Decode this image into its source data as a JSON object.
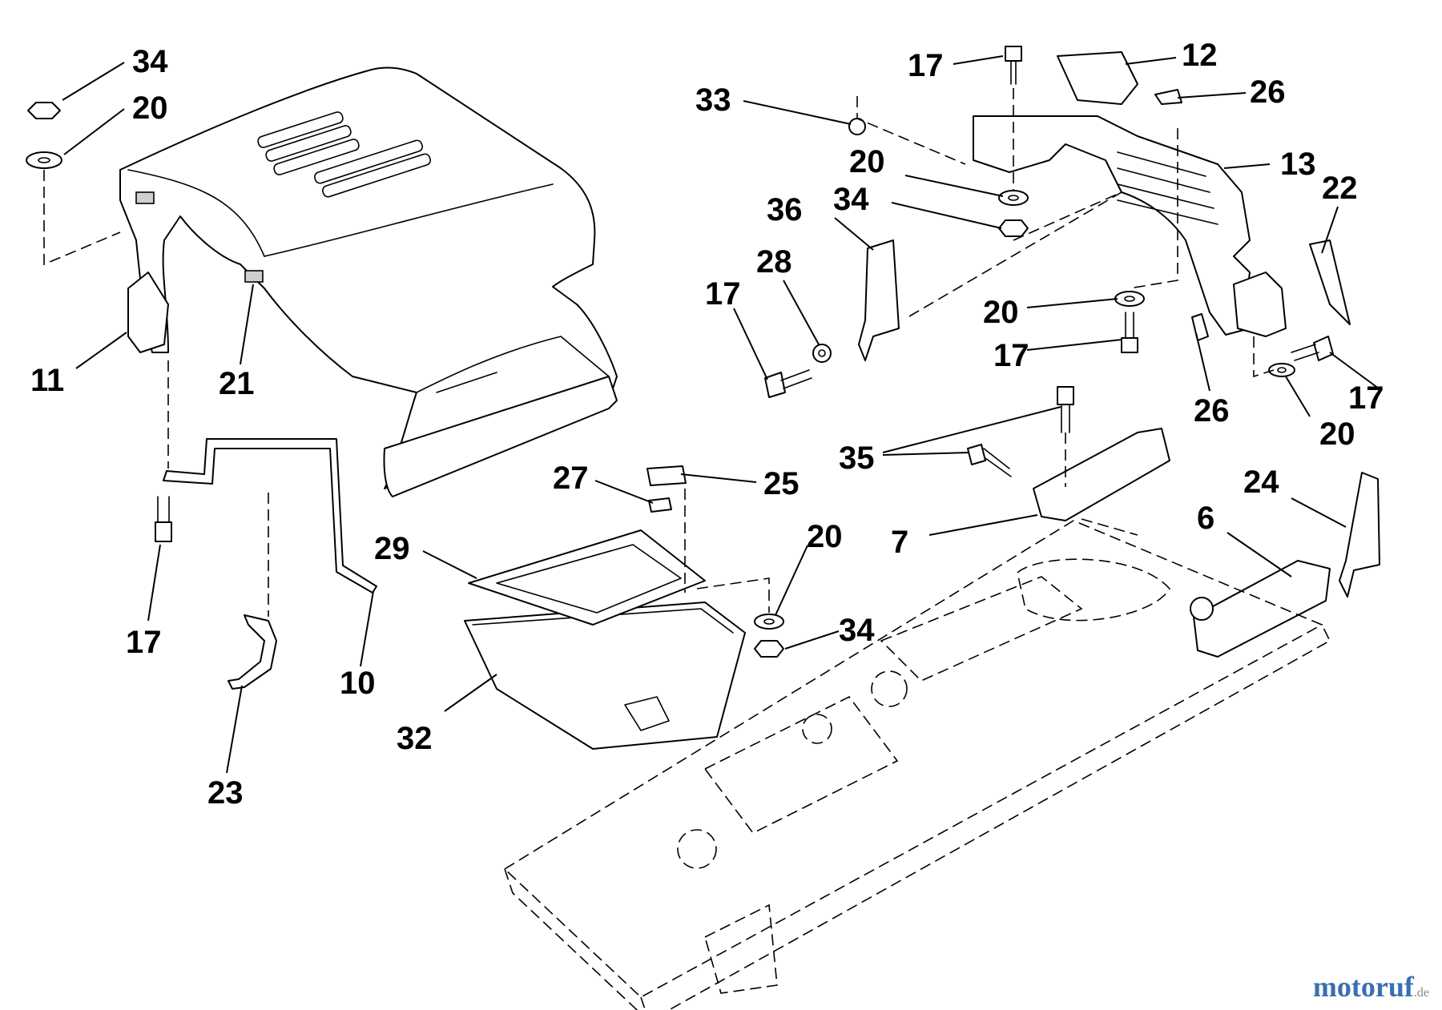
{
  "callouts": [
    {
      "id": "c34a",
      "text": "34"
    },
    {
      "id": "c20a",
      "text": "20"
    },
    {
      "id": "c11",
      "text": "11"
    },
    {
      "id": "c21",
      "text": "21"
    },
    {
      "id": "c17a",
      "text": "17"
    },
    {
      "id": "c23",
      "text": "23"
    },
    {
      "id": "c10",
      "text": "10"
    },
    {
      "id": "c32",
      "text": "32"
    },
    {
      "id": "c29",
      "text": "29"
    },
    {
      "id": "c27",
      "text": "27"
    },
    {
      "id": "c25",
      "text": "25"
    },
    {
      "id": "c20b",
      "text": "20"
    },
    {
      "id": "c34b",
      "text": "34"
    },
    {
      "id": "c33",
      "text": "33"
    },
    {
      "id": "c17b",
      "text": "17"
    },
    {
      "id": "c12",
      "text": "12"
    },
    {
      "id": "c26a",
      "text": "26"
    },
    {
      "id": "c13",
      "text": "13"
    },
    {
      "id": "c20c",
      "text": "20"
    },
    {
      "id": "c34c",
      "text": "34"
    },
    {
      "id": "c36",
      "text": "36"
    },
    {
      "id": "c28",
      "text": "28"
    },
    {
      "id": "c17c",
      "text": "17"
    },
    {
      "id": "c22",
      "text": "22"
    },
    {
      "id": "c20d",
      "text": "20"
    },
    {
      "id": "c17d",
      "text": "17"
    },
    {
      "id": "c26b",
      "text": "26"
    },
    {
      "id": "c17e",
      "text": "17"
    },
    {
      "id": "c20e",
      "text": "20"
    },
    {
      "id": "c35",
      "text": "35"
    },
    {
      "id": "c7",
      "text": "7"
    },
    {
      "id": "c24",
      "text": "24"
    },
    {
      "id": "c6",
      "text": "6"
    }
  ],
  "watermark": {
    "brand": "motoruf",
    "tld": ".de"
  }
}
